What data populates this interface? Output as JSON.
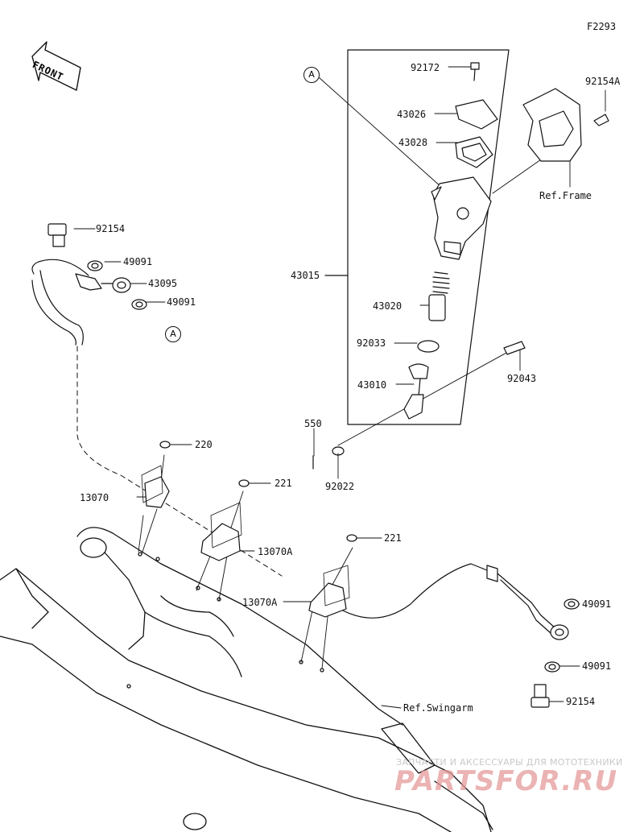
{
  "diagram_code": "F2293",
  "front_label": "FRONT",
  "callout_a": "A",
  "parts": {
    "p92172": "92172",
    "p43026": "43026",
    "p43028": "43028",
    "p92154A": "92154A",
    "ref_frame": "Ref.Frame",
    "p43015": "43015",
    "p43020": "43020",
    "p92033": "92033",
    "p43010": "43010",
    "p92043": "92043",
    "p92154_top": "92154",
    "p49091_top1": "49091",
    "p43095": "43095",
    "p49091_top2": "49091",
    "p550": "550",
    "p92022": "92022",
    "p220": "220",
    "p221_a": "221",
    "p13070": "13070",
    "p13070A_a": "13070A",
    "p221_b": "221",
    "p13070A_b": "13070A",
    "p49091_bot1": "49091",
    "p49091_bot2": "49091",
    "p92154_bot": "92154",
    "ref_swingarm": "Ref.Swingarm"
  },
  "watermark": {
    "tagline": "ЗАПЧАСТИ И АКСЕССУАРЫ ДЛЯ МОТОТЕХНИКИ",
    "logo": "PARTSFOR.RU"
  }
}
